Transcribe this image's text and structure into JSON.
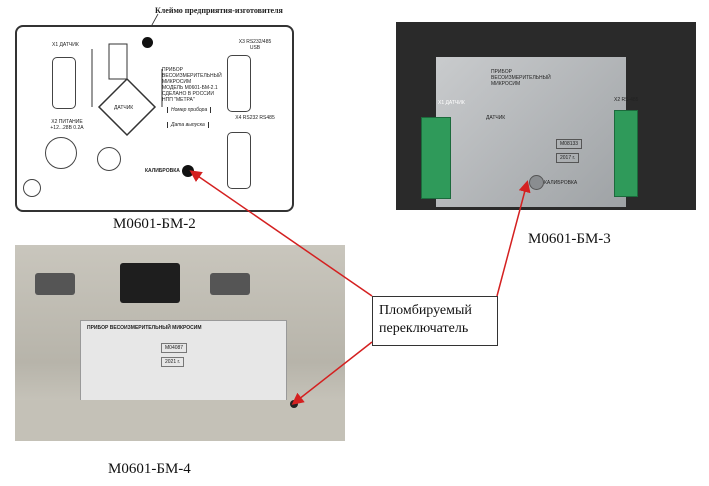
{
  "diagram": {
    "stamp_label": "Клеймо предприятия-изготовителя",
    "x1": "X1 ДАТЧИК",
    "x2": "X2 ПИТАНИЕ +12...28В 0.2А",
    "x3": "X3 RS232/485 USB",
    "x4": "X4 RS232 RS485",
    "sensor": "ДАТЧИК",
    "plate_text": "ПРИБОР ВЕСОИЗМЕРИТЕЛЬНЫЙ МИКРОСИМ",
    "model_text": "МОДЕЛЬ М0601-БМ-2.1 СДЕЛАНО В РОССИИ НПП \"МЕТРА\"",
    "serial_label": "Номер прибора",
    "date_label": "Дата выпуска",
    "calibration": "КАЛИБРОВКА",
    "caption": "М0601-БМ-2"
  },
  "photo3": {
    "x1": "X1 ДАТЧИК",
    "x2": "X2 RS-485",
    "sensor": "ДАТЧИК",
    "calibration": "КАЛИБРОВКА",
    "plate_text": "ПРИБОР ВЕСОИЗМЕРИТЕЛЬНЫЙ МИКРОСИМ",
    "serial": "М08133",
    "year": "2017 г.",
    "caption": "М0601-БМ-3"
  },
  "photo4": {
    "plate_text": "ПРИБОР ВЕСОИЗМЕРИТЕЛЬНЫЙ МИКРОСИМ",
    "serial": "М04087",
    "year": "2021 г.",
    "caption": "М0601-БМ-4"
  },
  "callout": {
    "line1": "Пломбируемый",
    "line2": "переключатель"
  },
  "colors": {
    "arrow": "#d42020"
  }
}
